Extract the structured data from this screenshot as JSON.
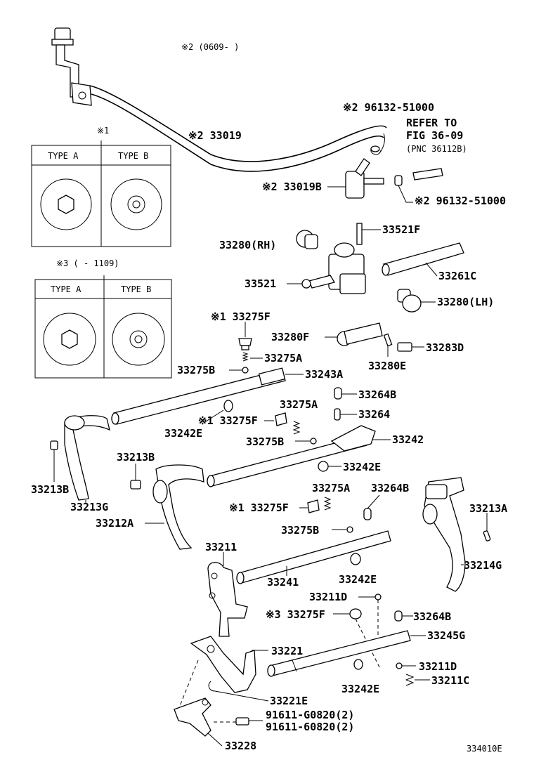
{
  "header_note": "※2 (0609-     )",
  "footer_code": "334010E",
  "table1": {
    "title": "※1",
    "type_a": "TYPE  A",
    "type_b": "TYPE  B"
  },
  "table3": {
    "title": "※3 (      - 1109)",
    "type_a": "TYPE  A",
    "type_b": "TYPE  B"
  },
  "labels": {
    "l96132_top": "※2 96132-51000",
    "refer1": "REFER TO",
    "refer2": "FIG 36-09",
    "refer3": "(PNC 36112B)",
    "l33019": "※2 33019",
    "l33019B": "※2 33019B",
    "l96132_bot": "※2 96132-51000",
    "l33521F": "33521F",
    "l33280RH": "33280(RH)",
    "l33261C": "33261C",
    "l33521": "33521",
    "l33280LH": "33280(LH)",
    "l33275F_1": "※1 33275F",
    "l33280F": "33280F",
    "l33275A_1": "33275A",
    "l33283D": "33283D",
    "l33275B_1": "33275B",
    "l33243A": "33243A",
    "l33280E": "33280E",
    "l33264B_1": "33264B",
    "l33275A_2": "33275A",
    "l33264": "33264",
    "l33242E_1": "33242E",
    "l33275F_2": "※1 33275F",
    "l33242": "33242",
    "l33275B_2": "33275B",
    "l33213B_1": "33213B",
    "l33242E_2": "33242E",
    "l33275A_3": "33275A",
    "l33264B_2": "33264B",
    "l33213B_2": "33213B",
    "l33213G": "33213G",
    "l33213A": "33213A",
    "l33275F_3": "※1 33275F",
    "l33212A": "33212A",
    "l33275B_3": "33275B",
    "l33211": "33211",
    "l33214G": "33214G",
    "l33241": "33241",
    "l33242E_3": "33242E",
    "l33211D_1": "33211D",
    "l33275F_4": "※3 33275F",
    "l33264B_3": "33264B",
    "l33221": "33221",
    "l33245G": "33245G",
    "l33211D_2": "33211D",
    "l33242E_4": "33242E",
    "l33211C": "33211C",
    "l33221E": "33221E",
    "l91611a": "91611-G0820(2)",
    "l91611b": "91611-60820(2)",
    "l33228": "33228"
  }
}
